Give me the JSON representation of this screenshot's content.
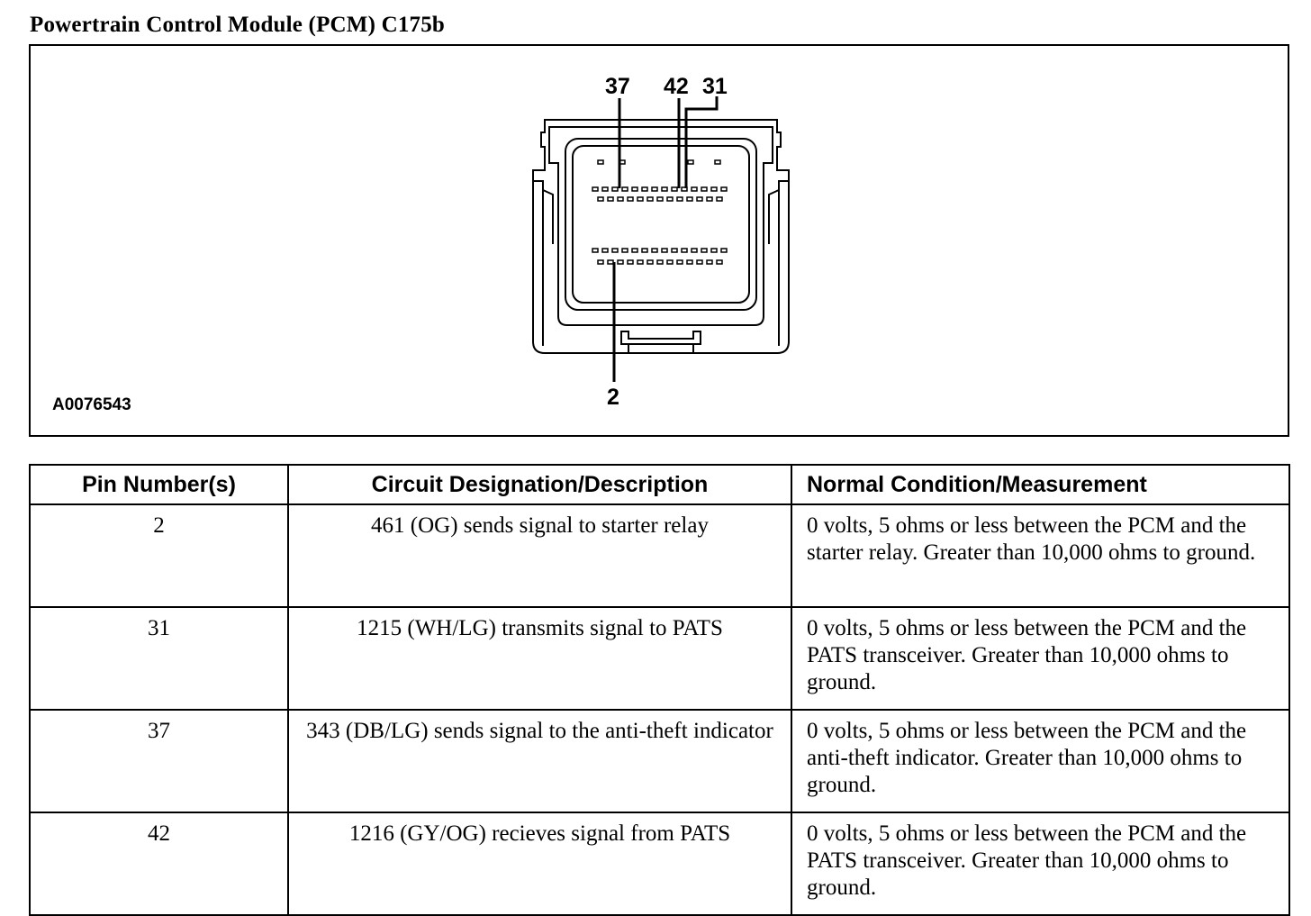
{
  "title": "Powertrain Control Module (PCM) C175b",
  "figure": {
    "id": "A0076543",
    "callouts": [
      "37",
      "42",
      "31",
      "2"
    ]
  },
  "table": {
    "headers": [
      "Pin Number(s)",
      "Circuit Designation/Description",
      "Normal Condition/Measurement"
    ],
    "rows": [
      {
        "pin": "2",
        "description": "461 (OG) sends signal to starter relay",
        "measurement": "0 volts, 5 ohms or less between the PCM and the starter relay. Greater than 10,000 ohms to ground."
      },
      {
        "pin": "31",
        "description": "1215 (WH/LG) transmits signal to PATS",
        "measurement": "0 volts, 5 ohms or less between the PCM and the PATS transceiver. Greater than 10,000 ohms to ground."
      },
      {
        "pin": "37",
        "description": "343 (DB/LG) sends signal to the anti-theft indicator",
        "measurement": "0 volts, 5 ohms or less between the PCM and the anti-theft indicator. Greater than 10,000 ohms to ground."
      },
      {
        "pin": "42",
        "description": "1216 (GY/OG) recieves signal from PATS",
        "measurement": "0 volts, 5 ohms or less between the PCM and the PATS transceiver. Greater than 10,000 ohms to ground."
      }
    ]
  }
}
